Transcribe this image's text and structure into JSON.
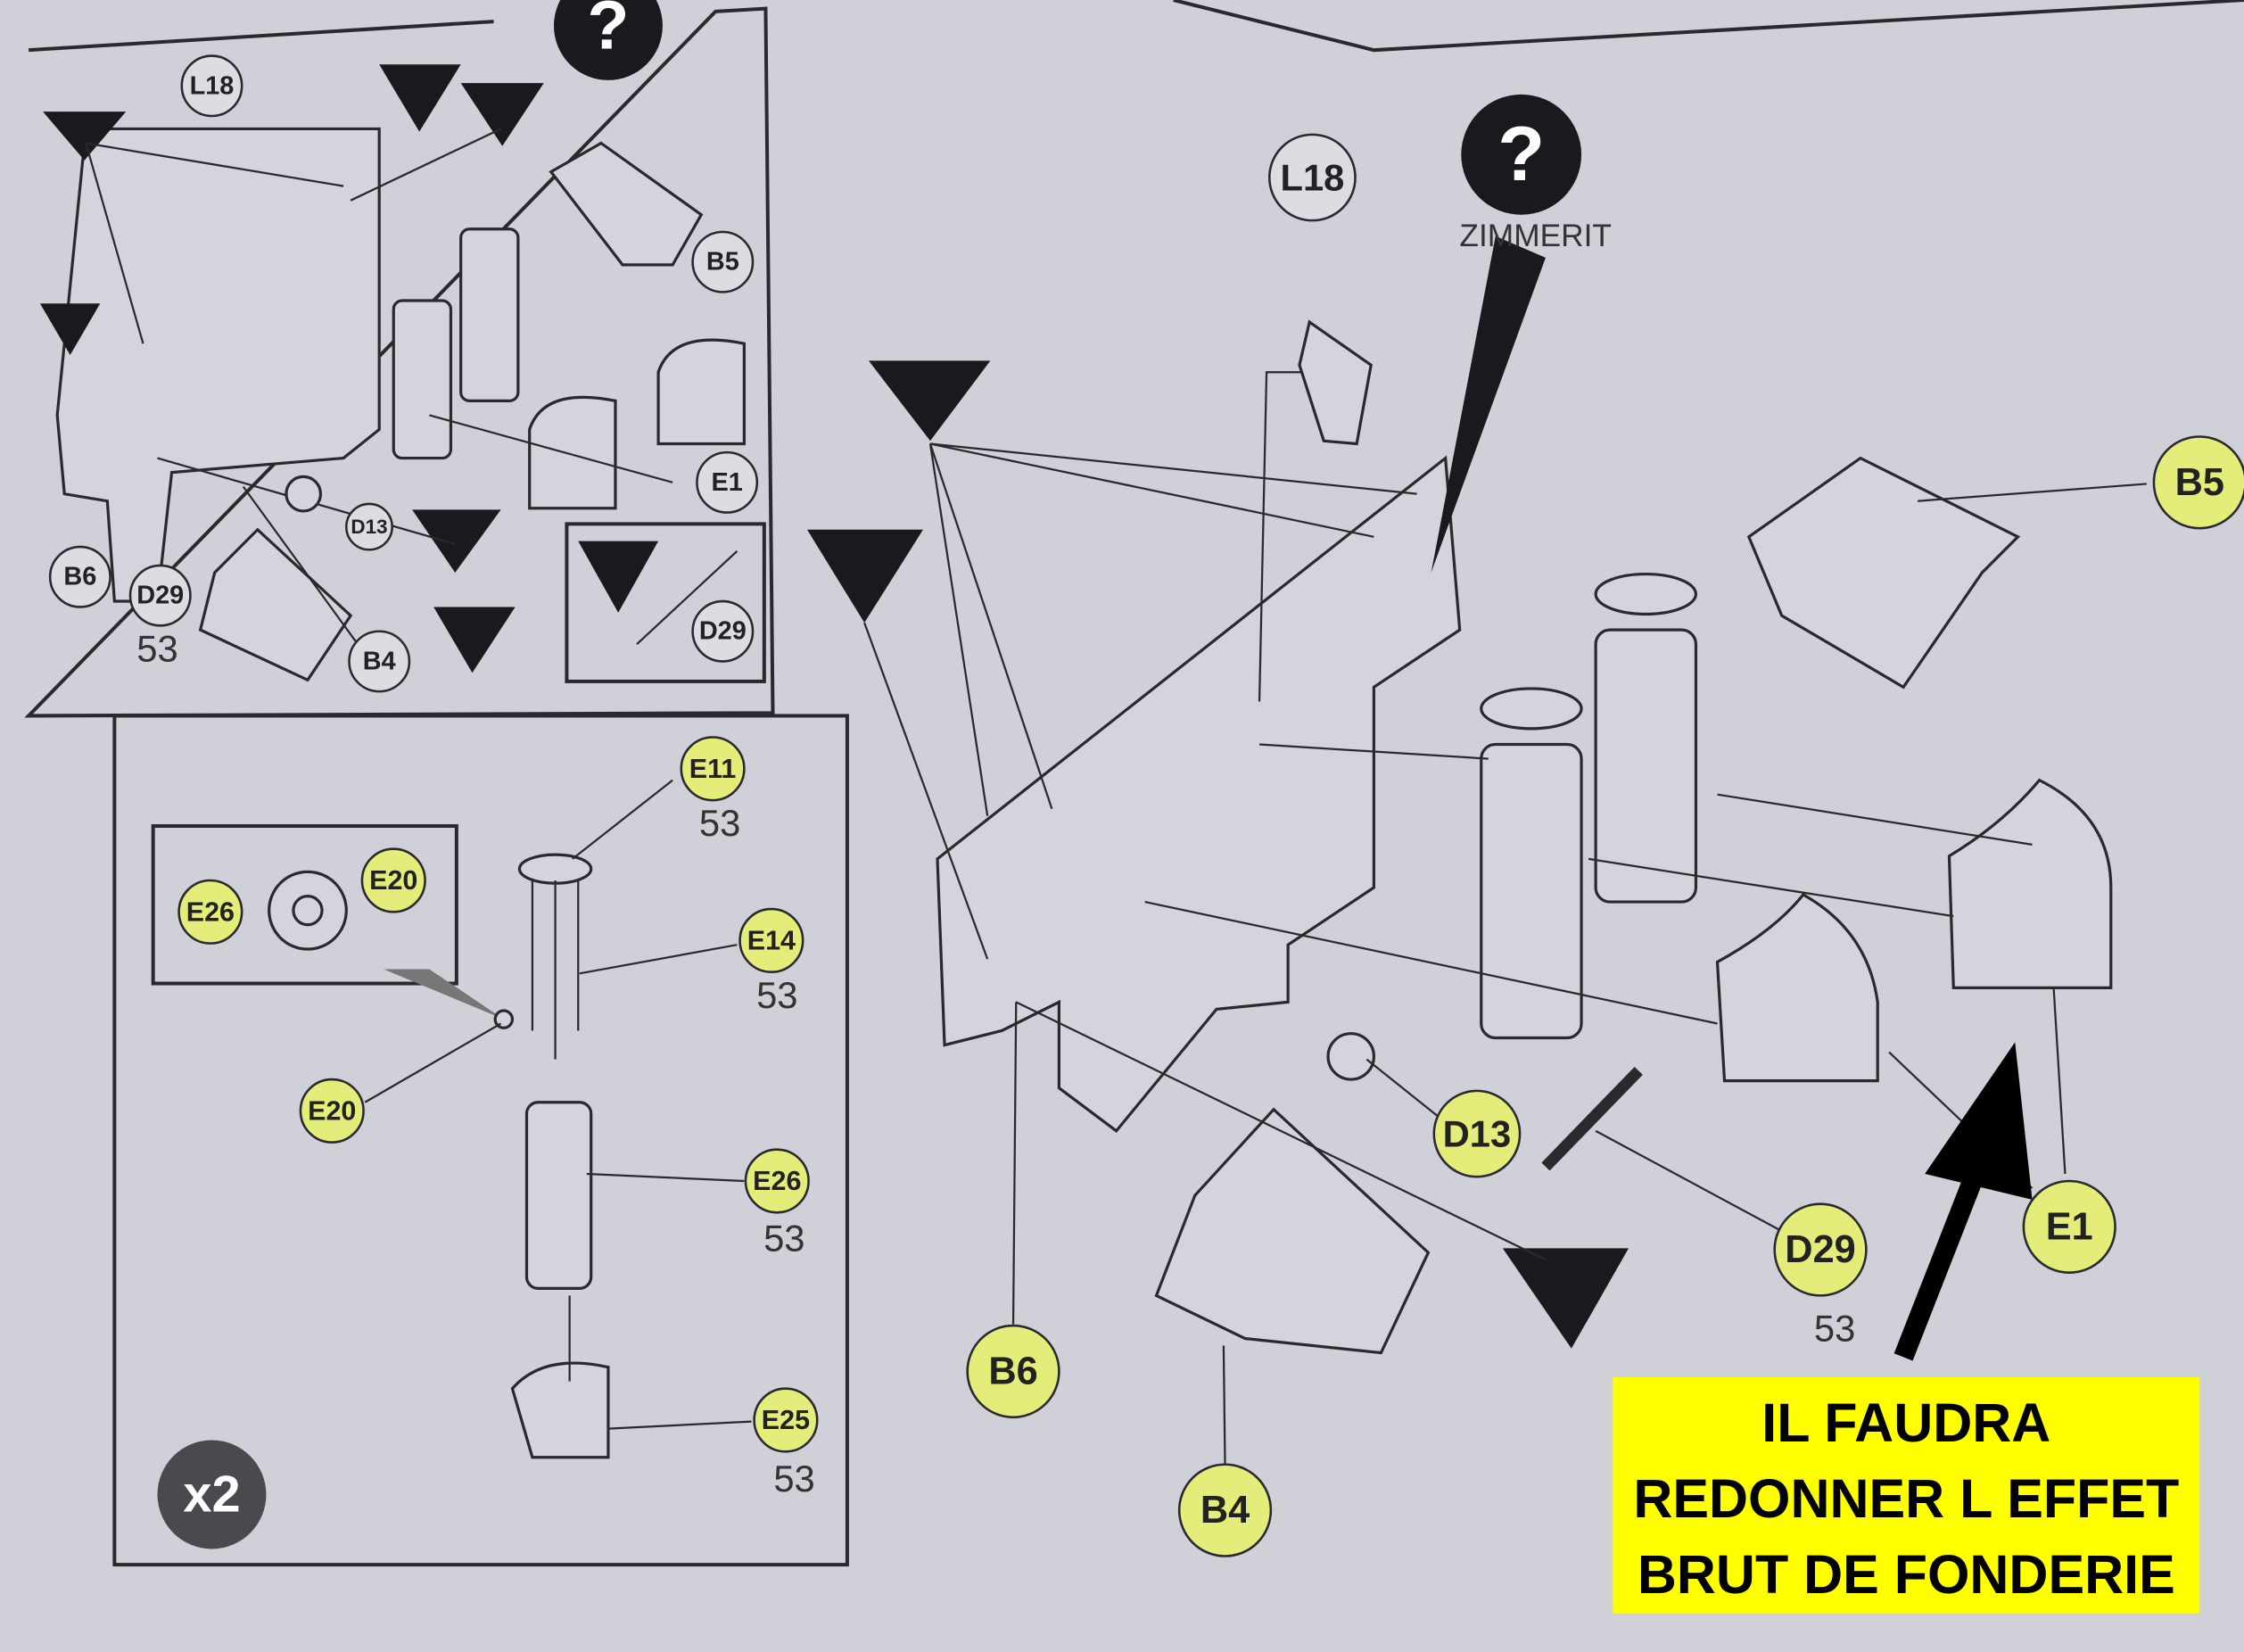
{
  "title": "Kit assembly instructions – hull plate with exhaust parts",
  "colors": {
    "paper": "#cfd0d8",
    "highlight": "#e4ec7a",
    "note_bg": "#ffff00",
    "ink": "#2a2a2e"
  },
  "panel_top_left": {
    "icon": "question-mark-icon",
    "labels": [
      "L18",
      "B5",
      "E1",
      "D13",
      "B6",
      "D29",
      "B4",
      "D29"
    ],
    "paint_ref": "53"
  },
  "panel_sub_assembly": {
    "labels": [
      "E11",
      "E20",
      "E26",
      "E14",
      "E20",
      "E26",
      "E25"
    ],
    "paint_refs": [
      "53",
      "53",
      "53",
      "53"
    ],
    "multiplier": "x2"
  },
  "main": {
    "icon": "question-mark-icon",
    "zimmerit_label": "ZIMMERIT",
    "labels": [
      "L18",
      "B5",
      "D13",
      "D29",
      "E1",
      "B6",
      "B4"
    ],
    "paint_ref": "53"
  },
  "note": {
    "lines": [
      "IL FAUDRA",
      "REDONNER L EFFET",
      "BRUT DE FONDERIE"
    ]
  }
}
